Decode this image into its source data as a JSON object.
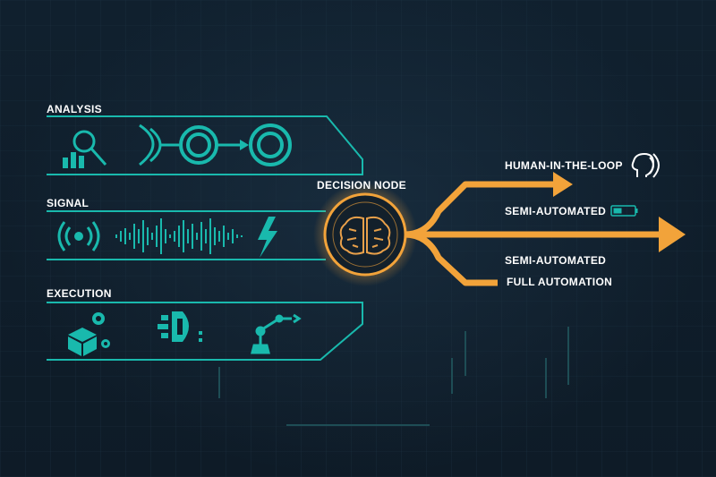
{
  "diagram": {
    "sections": [
      {
        "label": "ANALYSIS"
      },
      {
        "label": "SIGNAL"
      },
      {
        "label": "EXECUTION"
      }
    ],
    "node": {
      "label": "DECISION NODE"
    },
    "outputs": [
      {
        "label": "HUMAN-IN-THE-LOOP"
      },
      {
        "label": "SEMI-AUTOMATED"
      },
      {
        "label": "SEMI-AUTOMATED"
      },
      {
        "label": "FULL AUTOMATION"
      }
    ]
  },
  "colors": {
    "accent_teal": "#19b9ad",
    "accent_orange": "#f2a33a",
    "background": "#0f1d2a"
  },
  "icons": [
    "magnifier-chart-icon",
    "ring-flow-icon",
    "broadcast-icon",
    "waveform-icon",
    "lightning-icon",
    "brain-icon",
    "gears-box-icon",
    "robot-head-icon",
    "robot-arm-icon",
    "human-head-icon",
    "battery-icon"
  ]
}
